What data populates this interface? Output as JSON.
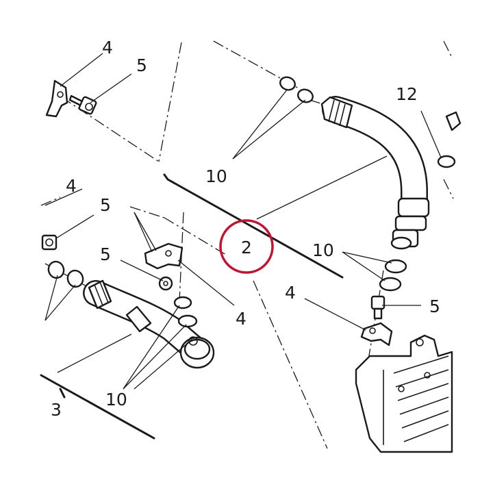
{
  "callouts": {
    "c4_top": "4",
    "c5_top": "5",
    "c12": "12",
    "c10_top": "10",
    "c4_mid": "4",
    "c5_mid_a": "5",
    "c5_mid_b": "5",
    "c2": "2",
    "c10_right": "10",
    "c4_right": "4",
    "c5_right": "5",
    "c4_lower": "4",
    "c10_bottom": "10",
    "c3": "3"
  },
  "colors": {
    "highlight": "#c8102e",
    "ink": "#1a1a1a"
  },
  "icons": [
    "bolt",
    "o-ring",
    "hose-clip",
    "oil-hose",
    "oil-cooler"
  ]
}
